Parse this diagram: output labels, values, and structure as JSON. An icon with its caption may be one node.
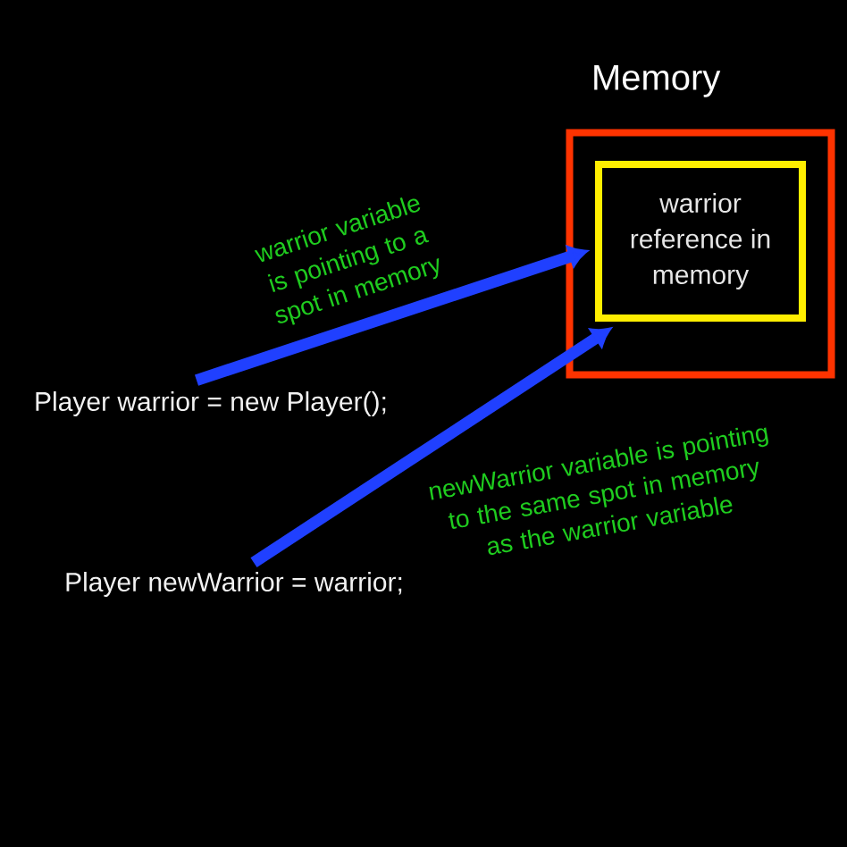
{
  "diagram": {
    "nodes": [
      {
        "text": [
          "Memory"
        ]
      },
      {
        "text": [
          "warrior reference in memory"
        ],
        "in": 0
      },
      {
        "text": [
          "Player warrior = new Player();"
        ]
      },
      {
        "text": [
          "Player newWarrior = warrior;"
        ]
      }
    ],
    "edges": [
      {
        "from": 2,
        "to": 1,
        "arrow": "to",
        "label": "warrior variable is pointing to a spot in memory"
      },
      {
        "from": 3,
        "to": 1,
        "arrow": "to",
        "label": "newWarrior variable is pointing to the same spot in memory as the warrior variable"
      }
    ]
  }
}
